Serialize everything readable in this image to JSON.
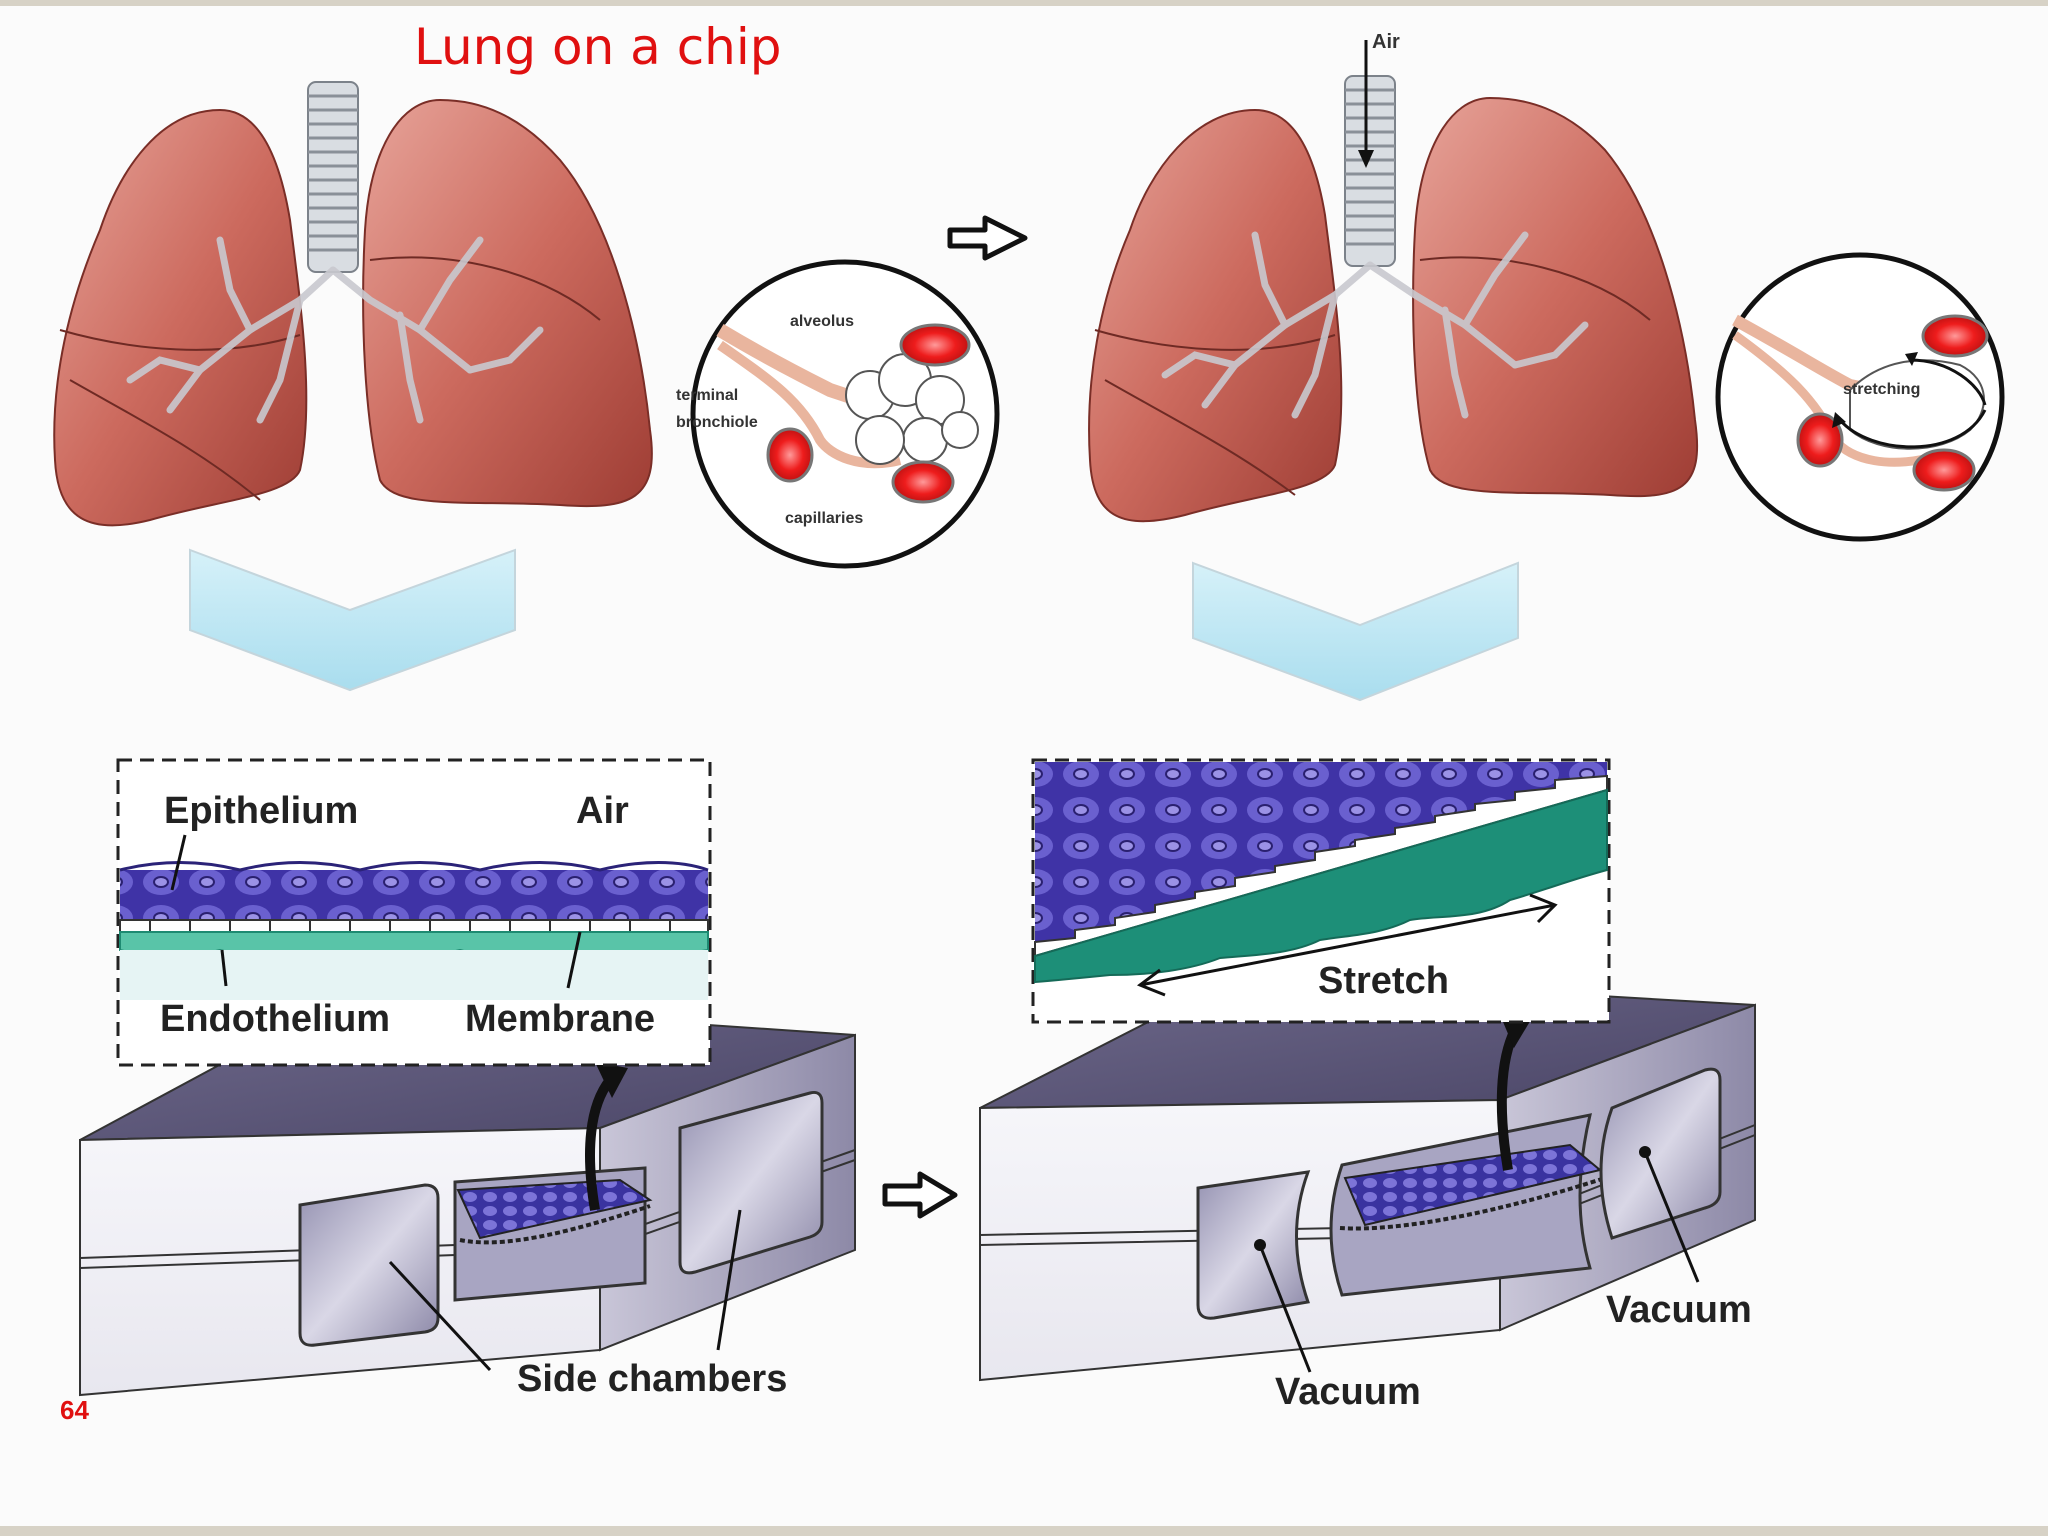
{
  "title": "Lung on a chip",
  "page_number": "64",
  "top_left": {
    "inset": {
      "alveolus": "alveolus",
      "terminal": "terminal",
      "bronchiole": "bronchiole",
      "capillaries": "capillaries"
    }
  },
  "top_right": {
    "air": "Air",
    "inset": {
      "stretching": "stretching"
    }
  },
  "bottom_left": {
    "epithelium": "Epithelium",
    "air": "Air",
    "endothelium": "Endothelium",
    "membrane": "Membrane",
    "side_chambers": "Side chambers"
  },
  "bottom_right": {
    "stretch": "Stretch",
    "vacuum_right": "Vacuum",
    "vacuum_bottom": "Vacuum"
  },
  "icons": [
    "lungs-icon",
    "trachea-icon",
    "alveolus-inset-icon",
    "chevron-down-icon",
    "arrow-right-icon",
    "chip-device-icon",
    "cell-layer-icon"
  ],
  "colors": {
    "title": "#e01010",
    "lung": "#c8584e",
    "chevron": "#bfe8f4",
    "cells": "#4a3fb0",
    "endothelium": "#1e9c84",
    "chip": "#8a86a8"
  }
}
